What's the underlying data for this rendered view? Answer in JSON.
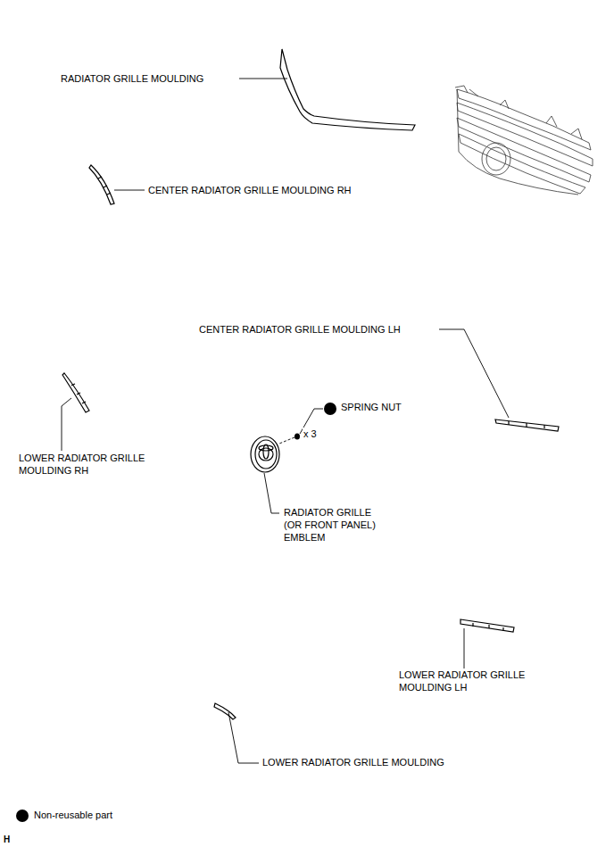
{
  "diagram": {
    "labels": [
      "RADIATOR GRILLE MOULDING",
      "CENTER RADIATOR GRILLE MOULDING RH",
      "CENTER RADIATOR GRILLE MOULDING LH",
      "SPRING NUT",
      "x 3",
      "LOWER RADIATOR GRILLE MOULDING RH",
      "RADIATOR GRILLE (OR FRONT PANEL) EMBLEM",
      "LOWER RADIATOR GRILLE MOULDING LH",
      "LOWER RADIATOR GRILLE MOULDING",
      "H"
    ],
    "legend": [
      {
        "text": "Non-reusable part"
      }
    ]
  }
}
